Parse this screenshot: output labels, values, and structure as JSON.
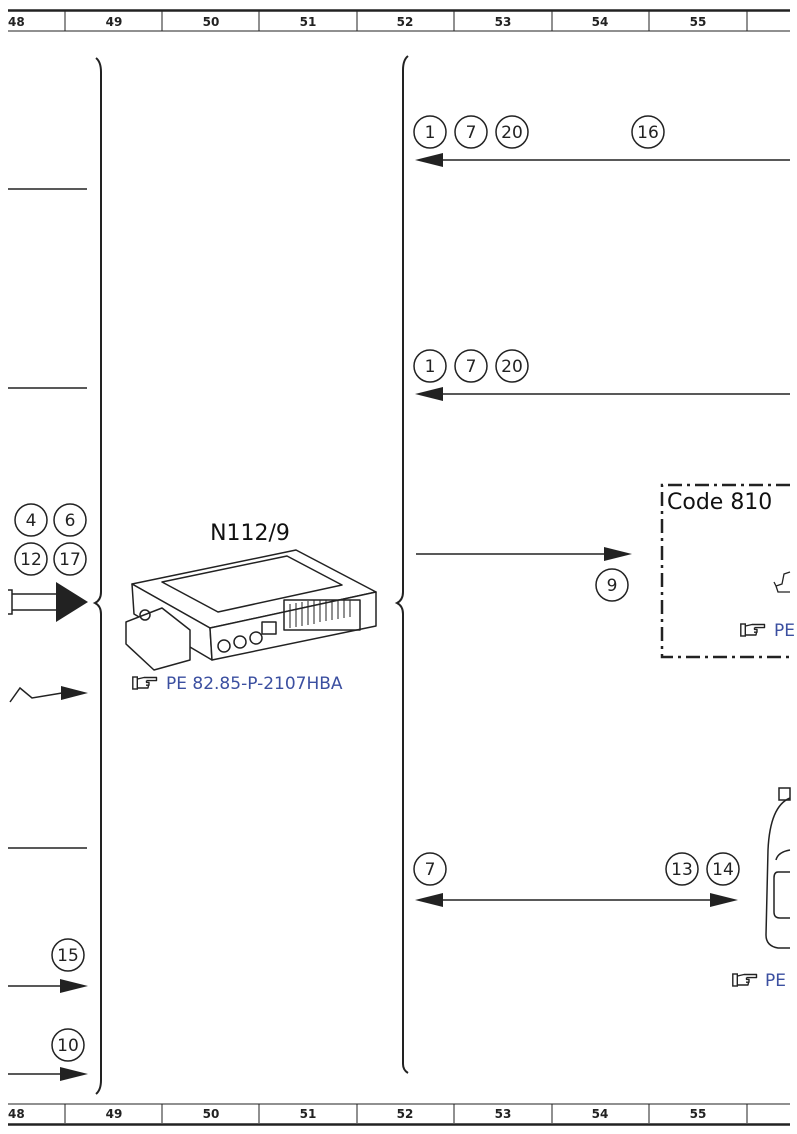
{
  "ruler": {
    "labels": [
      "48",
      "49",
      "50",
      "51",
      "52",
      "53",
      "54",
      "55"
    ]
  },
  "callouts": {
    "c1a": "1",
    "c7a": "7",
    "c20a": "20",
    "c16": "16",
    "c1b": "1",
    "c7b": "7",
    "c20b": "20",
    "c4": "4",
    "c6": "6",
    "c12": "12",
    "c17": "17",
    "c9": "9",
    "c7c": "7",
    "c13": "13",
    "c14": "14",
    "c15": "15",
    "c10": "10"
  },
  "component": {
    "label": "N112/9",
    "reference": "PE 82.85-P-2107HBA"
  },
  "code_box": {
    "label": "Code 810",
    "reference": "PE"
  },
  "bottom_reference": {
    "reference": "PE"
  },
  "icons": {
    "reference_hand": "pointing-hand-icon",
    "wireless": "radio-signal-icon"
  },
  "colors": {
    "line": "#222222",
    "reference_link": "#3b4fa0"
  }
}
